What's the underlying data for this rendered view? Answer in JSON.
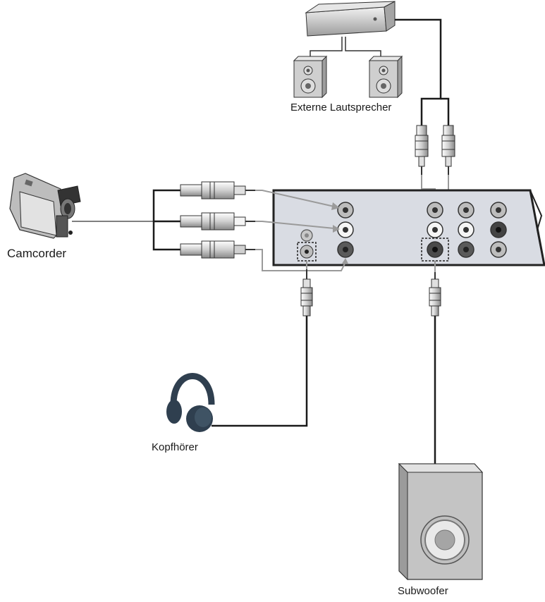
{
  "labels": {
    "external_speakers": "Externe Lautsprecher",
    "camcorder": "Camcorder",
    "headphones": "Kopfhörer",
    "subwoofer": "Subwoofer"
  },
  "colors": {
    "cable_dark": "#1a1a1a",
    "cable_grey": "#9a9a9a",
    "panel_fill": "#d9dce3",
    "device_fill": "#c8c8c8",
    "outline": "#222222",
    "headphone_fill": "#2f3f4f"
  },
  "icons": {
    "amplifier": "amplifier-icon",
    "speaker": "speaker-icon",
    "camcorder": "camcorder-icon",
    "headphones": "headphones-icon",
    "subwoofer": "subwoofer-icon",
    "plug": "rca-plug-icon"
  }
}
